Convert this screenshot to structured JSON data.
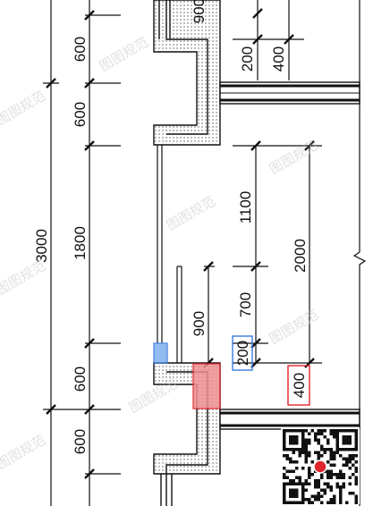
{
  "drawing": {
    "accent_blue": "#3b7be0",
    "accent_red": "#e0242b",
    "line_color": "#111111"
  },
  "dimensions": {
    "total": "3000",
    "segments": [
      "600",
      "600",
      "1800",
      "600",
      "600"
    ],
    "opening_top": "900",
    "opening_lower": "900",
    "right_chain": [
      "1100",
      "700",
      "200"
    ],
    "right_total": "2000",
    "pier_top": [
      "200",
      "400"
    ],
    "highlighted_red": "400"
  },
  "watermark": {
    "text": "图图规范"
  },
  "qr": {
    "icon": "qr-code-icon"
  }
}
